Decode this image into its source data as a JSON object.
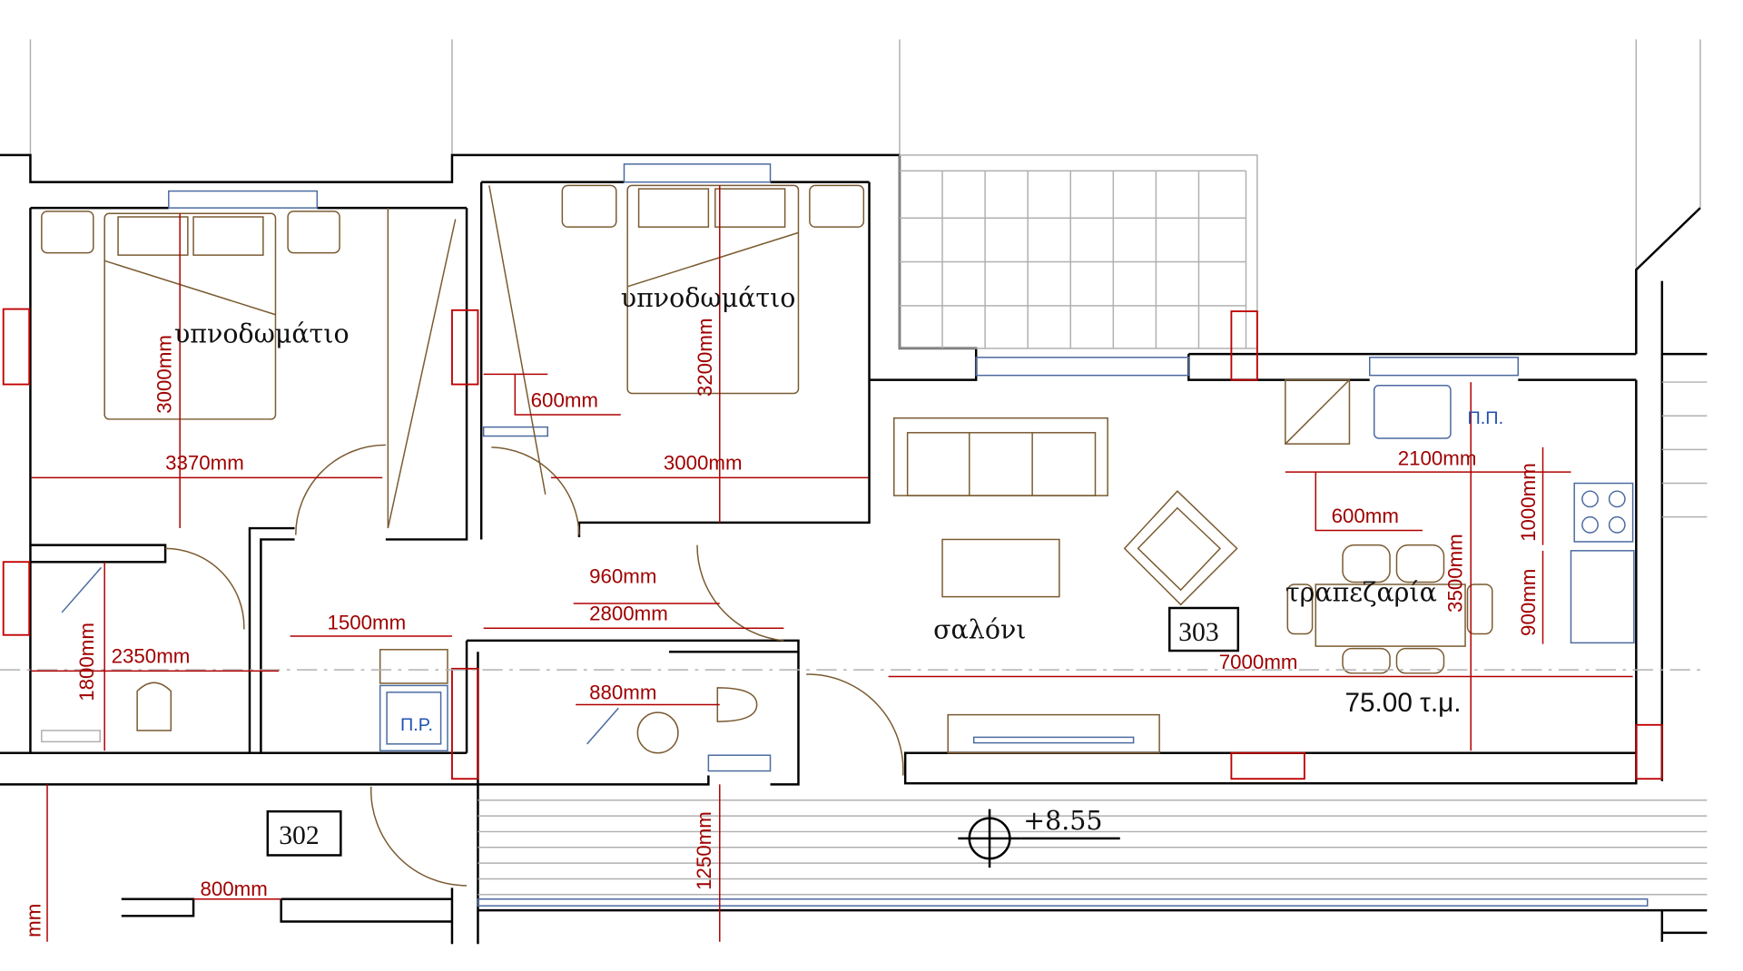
{
  "plan": {
    "rooms": {
      "bedroom_1": "υπνοδωμάτιο",
      "bedroom_2": "υπνοδωμάτιο",
      "living_room": "σαλόνι",
      "dining_room": "τραπεζαρία"
    },
    "units": {
      "unit_303": "303",
      "unit_302": "302"
    },
    "area": "75.00 τ.μ.",
    "elevation": "+8.55",
    "labels": {
      "laundry": "Π.Ρ.",
      "kitchen_appliance": "Π.Π."
    },
    "dimensions": {
      "bed1_height": "3000mm",
      "bed2_height": "3200mm",
      "closet_gap": "600mm",
      "bed1_width": "3370mm",
      "bed2_width": "3000mm",
      "kitchen_width": "2100mm",
      "kitchen_side": "1000mm",
      "kitchen_gap": "600mm",
      "living_depth": "3500mm",
      "fridge": "900mm",
      "hall_960": "960mm",
      "hall_2800": "2800mm",
      "laundry_1500": "1500mm",
      "bath_2350": "2350mm",
      "bath_1800": "1800mm",
      "wc_880": "880mm",
      "living_width": "7000mm",
      "balcony_depth": "1250mm",
      "neighbor_800": "800mm",
      "cut_label": "mm"
    },
    "colors": {
      "dimension": "#b00000",
      "furniture": "#7a5a30",
      "window": "#4a6aa0"
    }
  }
}
